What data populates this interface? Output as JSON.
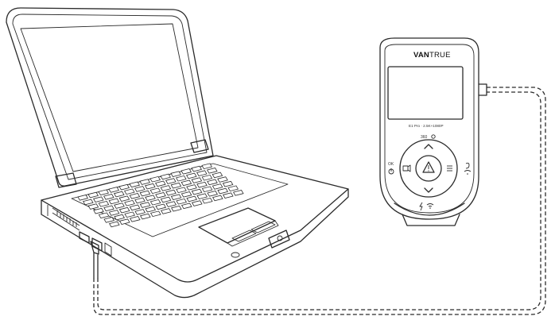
{
  "device": {
    "brand_bold": "VAN",
    "brand_light": "TRUE",
    "model_text": "E1 Pro · 2.5K+1080P",
    "label_top_left": "OK",
    "label_top_right": "360"
  },
  "colors": {
    "line": "#2b2b2b",
    "background": "#ffffff",
    "screen": "#ffffff"
  }
}
